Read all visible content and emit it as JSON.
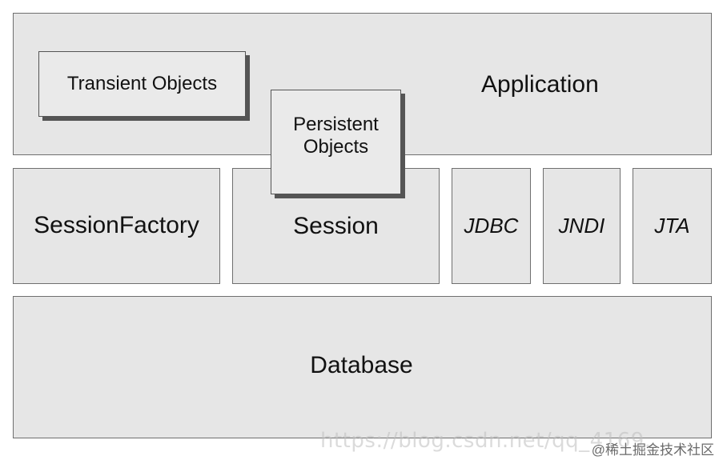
{
  "diagram": {
    "application": "Application",
    "transient_objects": "Transient Objects",
    "persistent_objects": "Persistent\nObjects",
    "session_factory": "SessionFactory",
    "session": "Session",
    "jdbc": "JDBC",
    "jndi": "JNDI",
    "jta": "JTA",
    "database": "Database"
  },
  "watermark": {
    "url": "https://blog.csdn.net/qq_4169...",
    "site": "@稀土掘金技术社区"
  }
}
